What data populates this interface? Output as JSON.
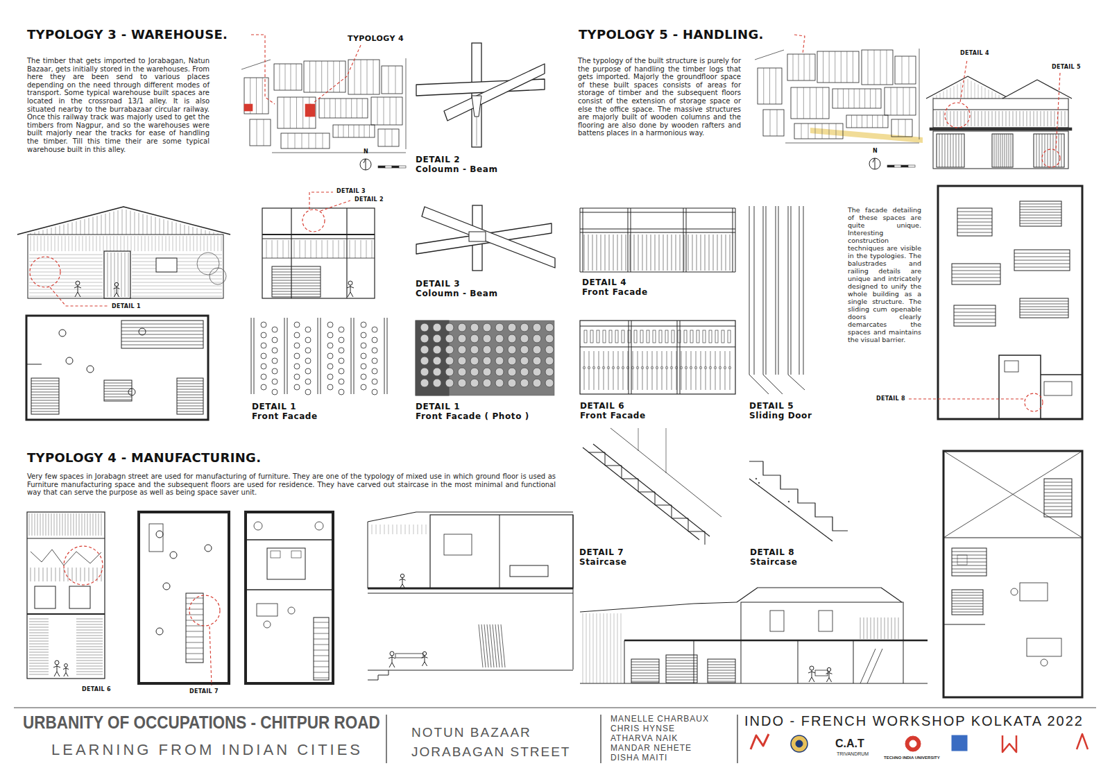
{
  "diagram": {
    "title": "URBANITY OF OCCUPATIONS - CHITPUR ROAD",
    "labels": [
      "TYPOLOGY 3 - WAREHOUSE.",
      "The timber that gets imported to Jorabagan, Natun Bazaar, gets initially stored in the warehouses. From here they are been send to various places depending on the need through different modes of transport. Some typical warehouse built spaces are located in the crossroad 13/1 alley. It is also situated nearby to the burrabazaar circular railway. Once this railway track was majorly used to get the timbers from Nagpur, and so the warehouses were built majorly near the tracks for ease of handling the timber. Till this time their are some typical warehouse built in this alley.",
      "TYPOLOGY 4",
      "DETAIL 2",
      "Coloumn - Beam",
      "TYPOLOGY 5 - HANDLING.",
      "The typology of the built structure is purely for the purpose of handling the timber logs that gets imported. Majorly the groundfloor space of these built spaces consists of areas for storage of timber and the subsequent floors consist of the extension of storage space or else the office space. The massive structures are majorly built of wooden columns and the flooring are also done by wooden rafters and battens places in a harmonious way.",
      "DETAIL 4",
      "DETAIL 5",
      "DETAIL 3",
      "DETAIL 2",
      "DETAIL 3",
      "Coloumn - Beam",
      "DETAIL 4",
      "Front Facade",
      "The facade detailing of these spaces are quite unique. Interesting construction techniques are visible in the typologies. The balustrades and railing details are unique and intricately designed to unify the whole building as a single structure. The sliding cum openable doors clearly demarcates the spaces and maintains the visual barrier.",
      "DETAIL 1",
      "DETAIL 1",
      "Front Facade",
      "DETAIL 1",
      "Front Facade ( Photo )",
      "DETAIL 6",
      "Front Facade",
      "DETAIL 5",
      "Sliding Door",
      "DETAIL 8",
      "TYPOLOGY 4 - MANUFACTURING.",
      "Very few spaces in Jorabagn street are used for manufacturing of furniture. They are one of the typology of mixed use in which ground floor is used as Furniture manufacturing space and the subsequent floors are used for residence. They have carved out staircase in the most minimal and functional way that can serve the purpose as well as being space saver unit.",
      "DETAIL 7",
      "Staircase",
      "DETAIL 8",
      "Staircase",
      "DETAIL 6",
      "DETAIL 7",
      "N",
      "N",
      "LEARNING FROM INDIAN CITIES",
      "NOTUN BAZAAR",
      "JORABAGAN STREET",
      "MANELLE CHARBAUX",
      "CHRIS HYNSE",
      "ATHARVA NAIK",
      "MANDAR NEHETE",
      "DISHA MAITI",
      "INDO - FRENCH WORKSHOP KOLKATA 2022",
      "C.A.T",
      "TRIVANDRUM",
      "TECHNO INDIA UNIVERSITY"
    ]
  }
}
